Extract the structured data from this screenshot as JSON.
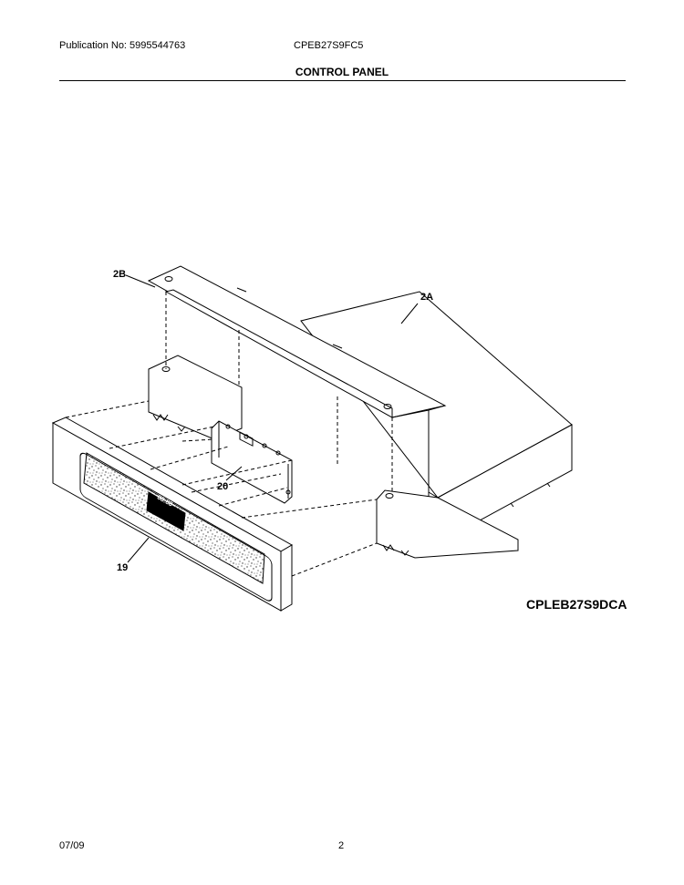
{
  "header": {
    "publication": "Publication No: 5995544763",
    "model": "CPEB27S9FC5",
    "title": "CONTROL PANEL"
  },
  "diagram": {
    "callouts": {
      "c2B": "2B",
      "c2A": "2A",
      "c20": "20",
      "c19": "19"
    },
    "display_text": "88:88",
    "code": "CPLEB27S9DCA"
  },
  "footer": {
    "date": "07/09",
    "page": "2"
  }
}
